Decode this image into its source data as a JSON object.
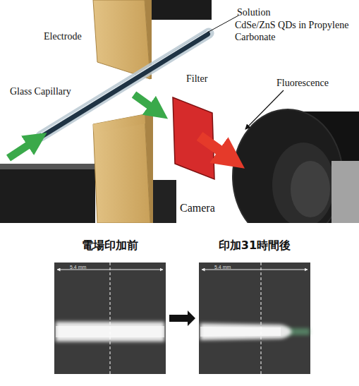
{
  "diagram": {
    "nodes": [
      {
        "text": [
          "電場印加前",
          "5.4 mm"
        ]
      },
      {
        "text": [
          "印加31時間後",
          "5.4 mm"
        ]
      }
    ],
    "edges": [
      {
        "from": 0,
        "to": 1,
        "arrow": "to"
      }
    ],
    "labels": [
      "Electrode",
      "Solution",
      "CdSe/ZnS QDs in Propylene Carbonate",
      "Glass Capillary",
      "Filter",
      "Fluorescence",
      "Camera"
    ]
  }
}
